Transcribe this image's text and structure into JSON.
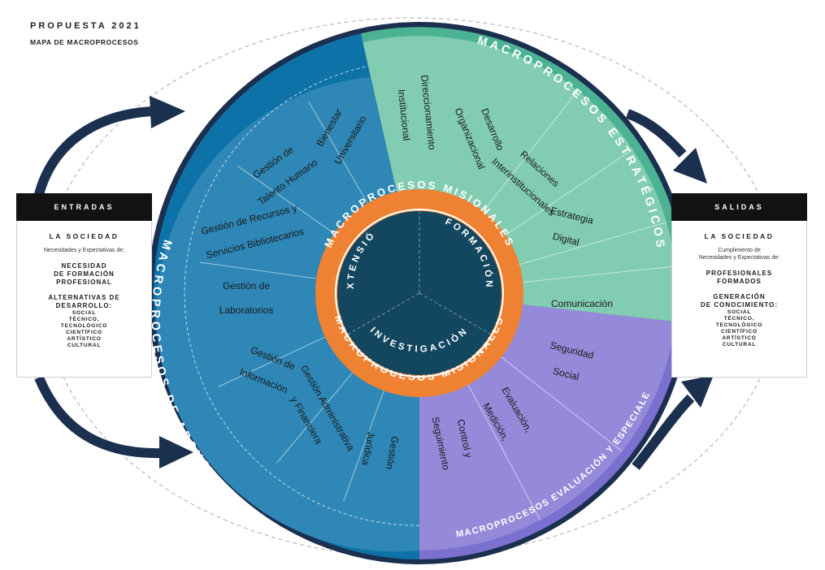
{
  "header": {
    "line1": "PROPUESTA 2021",
    "line2": "MAPA DE MACROPROCESOS"
  },
  "entradas": {
    "title": "ENTRADAS",
    "society": "LA SOCIEDAD",
    "sub": "Necesidades y Expectativas de:",
    "block1": [
      "NECESIDAD",
      "DE FORMACIÓN",
      "PROFESIONAL"
    ],
    "block2": [
      "ALTERNATIVAS DE",
      "DESARROLLO:"
    ],
    "list": [
      "SOCIAL",
      "TÉCNICO,",
      "TECNOLÓGICO",
      "CIENTÍFICO",
      "ARTÍSTICO",
      "CULTURAL"
    ]
  },
  "salidas": {
    "title": "SALIDAS",
    "society": "LA SOCIEDAD",
    "sub": [
      "Cumplimiento de",
      "Necesidades y Expectativas de:"
    ],
    "block1": [
      "PROFESIONALES",
      "FORMADOS"
    ],
    "block2": [
      "GENERACIÓN",
      "DE CONOCIMIENTO:"
    ],
    "list": [
      "SOCIAL",
      "TÉCNICO,",
      "TECNOLÓGICO",
      "CIENTÍFICO",
      "ARTÍSTICO",
      "CULTURAL"
    ]
  },
  "outer_labels": {
    "estrategicos": "MACROPROCESOS ESTRATÉGICOS",
    "apoyo": "MACROPROCESOS DE APOYO",
    "evaluacion": "MACROPROCESOS EVALUACIÓN Y ESPECIALES"
  },
  "ring_labels": {
    "top": "MACROPROCESOS MISIONALES",
    "bottom": "MACROPROCESOS MISIONALES"
  },
  "core": {
    "extension": "EXTENSIÓN",
    "formacion": "FORMACIÓN",
    "investigacion": "INVESTIGACIÓN"
  },
  "segments": {
    "estrategicos": [
      [
        "Direccionamiento",
        "Institucional"
      ],
      [
        "Desarrollo",
        "Organizacional"
      ],
      [
        "Relaciones",
        "Interinstitucionales"
      ],
      [
        "Estrategia",
        "Digital"
      ],
      [
        "Comunicación"
      ]
    ],
    "evaluacion": [
      [
        "Seguridad",
        "Social"
      ],
      [
        "Evaluación,",
        "Medición,"
      ],
      [
        "Control y",
        "Seguimiento"
      ]
    ],
    "apoyo": [
      [
        "Gestión",
        "Jurídica"
      ],
      [
        "Gestión Administrativa",
        "y Financiera"
      ],
      [
        "Gestión de",
        "Información"
      ],
      [
        "Gestión de",
        "Laboratorios"
      ],
      [
        "Gestión de Recursos y",
        "Servicios Bibliotecarios"
      ],
      [
        "Gestión de",
        "Talento Humano"
      ],
      [
        "Bienestar",
        "Universitario"
      ]
    ]
  },
  "colors": {
    "navy": "#1b2f4e",
    "apoyo": "#2e87b6",
    "apoyo_outer": "#0d72a8",
    "estrategicos": "#82cdb1",
    "estrategicos_outer": "#4cb294",
    "evaluacion": "#958ad9",
    "evaluacion_outer": "#7b70d0",
    "misional": "#ee8232",
    "core": "#12475f"
  }
}
